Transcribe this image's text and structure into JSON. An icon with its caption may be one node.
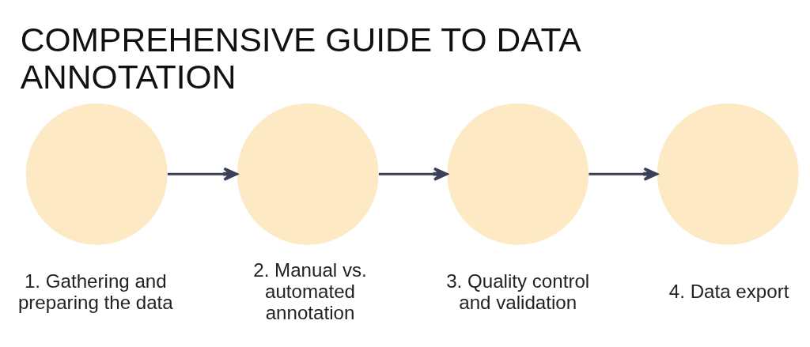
{
  "diagram": {
    "title": "COMPREHENSIVE GUIDE TO DATA ANNOTATION",
    "nodes": [
      {
        "text": [],
        "shape": "circle",
        "beside": [
          "1. Gathering and preparing the data"
        ]
      },
      {
        "text": [],
        "shape": "circle",
        "beside": [
          "2. Manual vs. automated annotation"
        ]
      },
      {
        "text": [],
        "shape": "circle",
        "beside": [
          "3. Quality control and validation"
        ]
      },
      {
        "text": [],
        "shape": "circle",
        "beside": [
          "4. Data export"
        ]
      }
    ],
    "edges": [
      {
        "from": 0,
        "to": 1,
        "arrow": "to"
      },
      {
        "from": 1,
        "to": 2,
        "arrow": "to"
      },
      {
        "from": 2,
        "to": 3,
        "arrow": "to"
      }
    ]
  }
}
